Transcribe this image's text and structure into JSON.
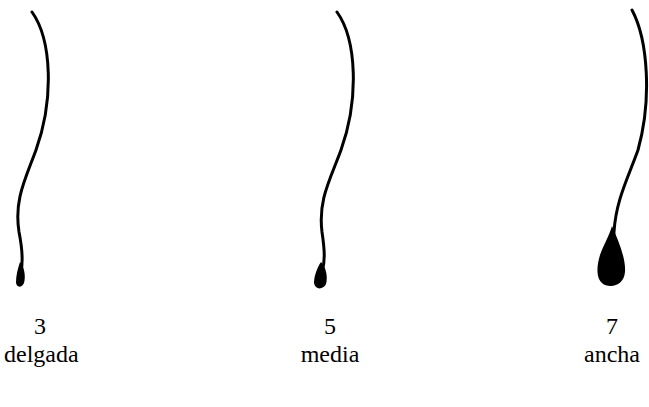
{
  "diagram": {
    "labels": [
      "3",
      "delgada",
      "5",
      "media",
      "7",
      "ancha"
    ]
  }
}
